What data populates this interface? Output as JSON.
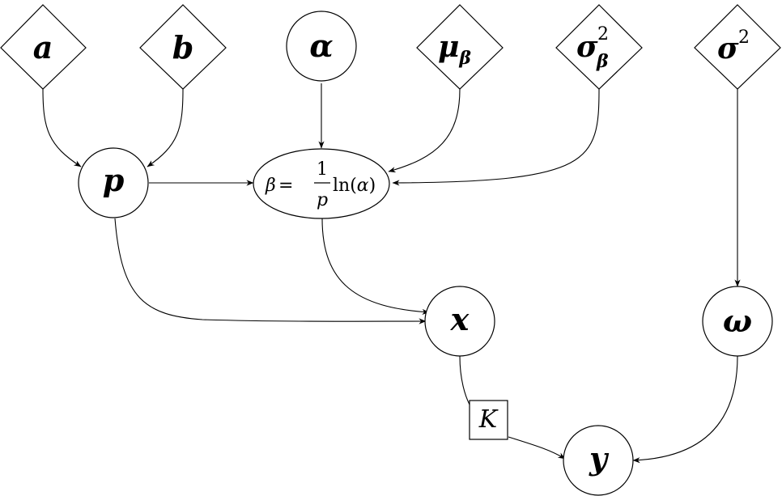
{
  "nodes": {
    "a": {
      "text": "a"
    },
    "b": {
      "text": "b"
    },
    "alpha": {
      "text": "α"
    },
    "mu_beta": {
      "text": "μ",
      "sub": "β"
    },
    "sigma2_beta": {
      "text": "σ",
      "sup": "2",
      "sub": "β"
    },
    "sigma2": {
      "text": "σ",
      "sup": "2"
    },
    "p": {
      "text": "p"
    },
    "beta": {
      "lhs": "β",
      "eq": "=",
      "num": "1",
      "den": "p",
      "fn": "ln(",
      "arg": "α",
      "close": ")"
    },
    "x": {
      "text": "x"
    },
    "omega": {
      "text": "ω"
    },
    "y": {
      "text": "y"
    },
    "plate": {
      "text": "K"
    }
  }
}
